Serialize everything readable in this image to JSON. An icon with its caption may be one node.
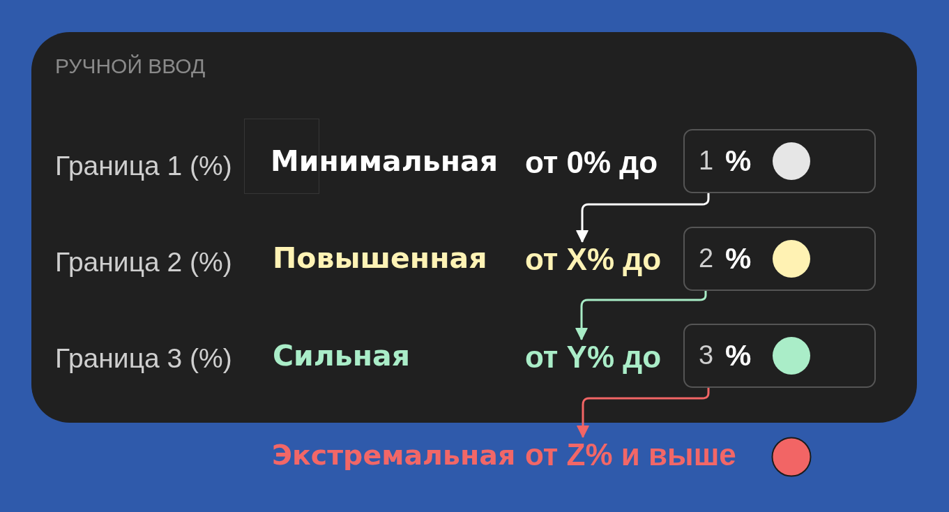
{
  "diagram": {
    "nodes": [
      {
        "text": [
          "РУЧНОЙ ВВОД"
        ]
      },
      {
        "text": [],
        "shape": "box",
        "in": 0
      },
      {
        "text": [
          "1",
          "%"
        ],
        "in": 0
      },
      {
        "text": [
          "от X% до"
        ],
        "in": 0
      },
      {
        "text": [
          "2",
          "%"
        ],
        "in": 0
      },
      {
        "text": [
          "от Y% до"
        ],
        "in": 0
      },
      {
        "text": [
          "3",
          "%"
        ],
        "in": 0
      },
      {
        "text": [
          "от Z% и выше"
        ]
      }
    ],
    "edges": [
      {
        "from": 2,
        "to": 3,
        "arrow": "to",
        "color": "#ffffff"
      },
      {
        "from": 4,
        "to": 5,
        "arrow": "to",
        "color": "#a8ecc6"
      },
      {
        "from": 6,
        "to": 7,
        "arrow": "to",
        "color": "#f26565"
      }
    ],
    "labels": [
      "Граница 1 (%)",
      "Минимальная",
      "от 0% до",
      "Граница 2 (%)",
      "Повышенная",
      "Граница 3 (%)",
      "Сильная",
      "Экстремальная"
    ]
  }
}
